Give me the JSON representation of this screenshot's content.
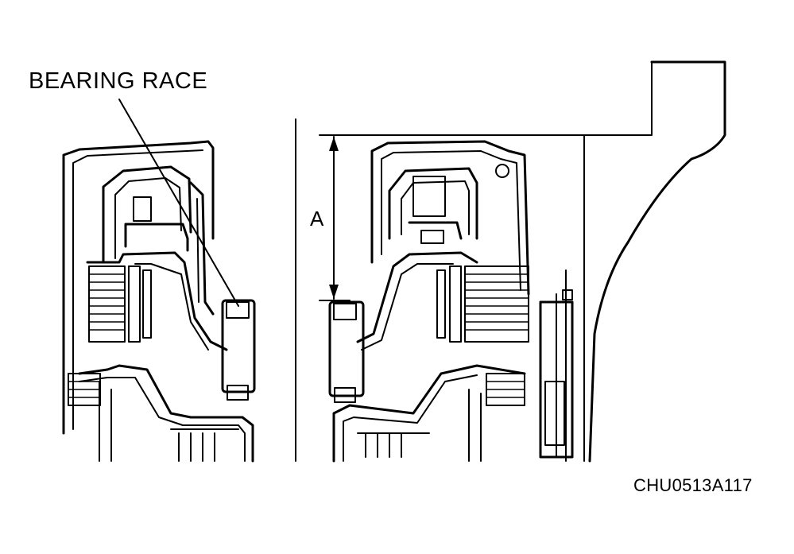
{
  "labels": {
    "bearing_race": "BEARING RACE",
    "dimension": "A",
    "figure_code": "CHU0513A117"
  },
  "colors": {
    "ink": "#000000",
    "background": "#ffffff"
  }
}
